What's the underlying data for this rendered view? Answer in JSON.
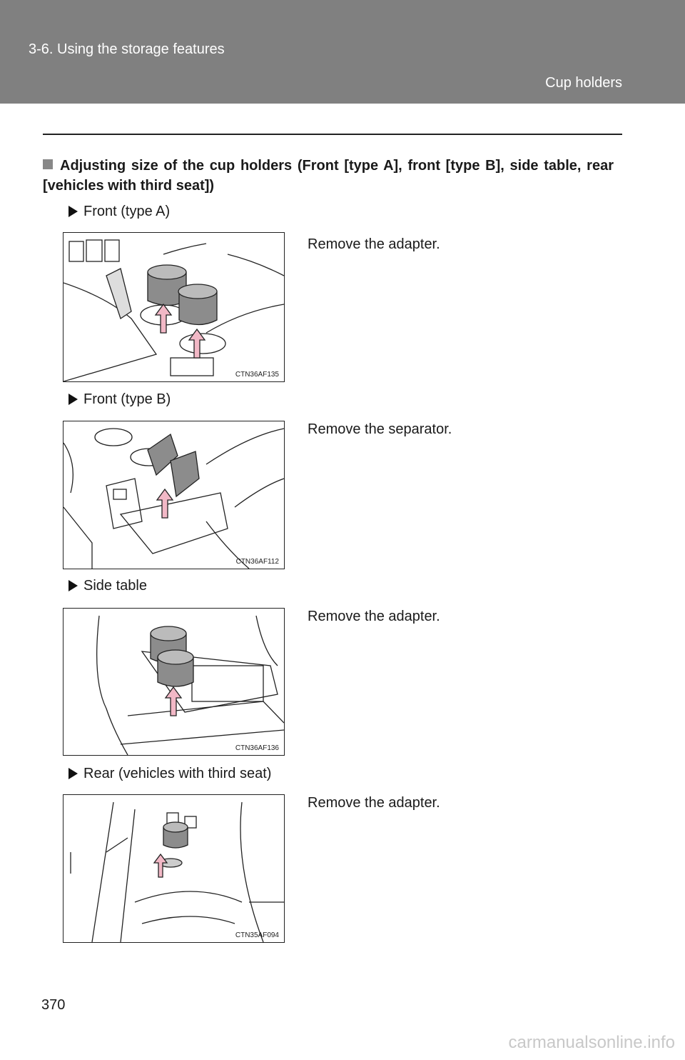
{
  "header": {
    "section": "3-6. Using the storage features",
    "subsection": "Cup holders"
  },
  "heading": "Adjusting size of the cup holders (Front [type A], front [type B], side table, rear [vehicles with third seat])",
  "items": [
    {
      "label": "Front (type A)",
      "figure_code": "CTN36AF135",
      "text": "Remove the adapter."
    },
    {
      "label": "Front (type B)",
      "figure_code": "CTN36AF112",
      "text": "Remove the separator."
    },
    {
      "label": "Side table",
      "figure_code": "CTN36AF136",
      "text": "Remove the adapter."
    },
    {
      "label": "Rear (vehicles with third seat)",
      "figure_code": "CTN35AF094",
      "text": "Remove the adapter."
    }
  ],
  "page_number": "370",
  "watermark": "carmanualsonline.info",
  "colors": {
    "header_bg": "#808080",
    "arrow": "#f2b8c6",
    "part_fill": "#8c8c8c"
  }
}
